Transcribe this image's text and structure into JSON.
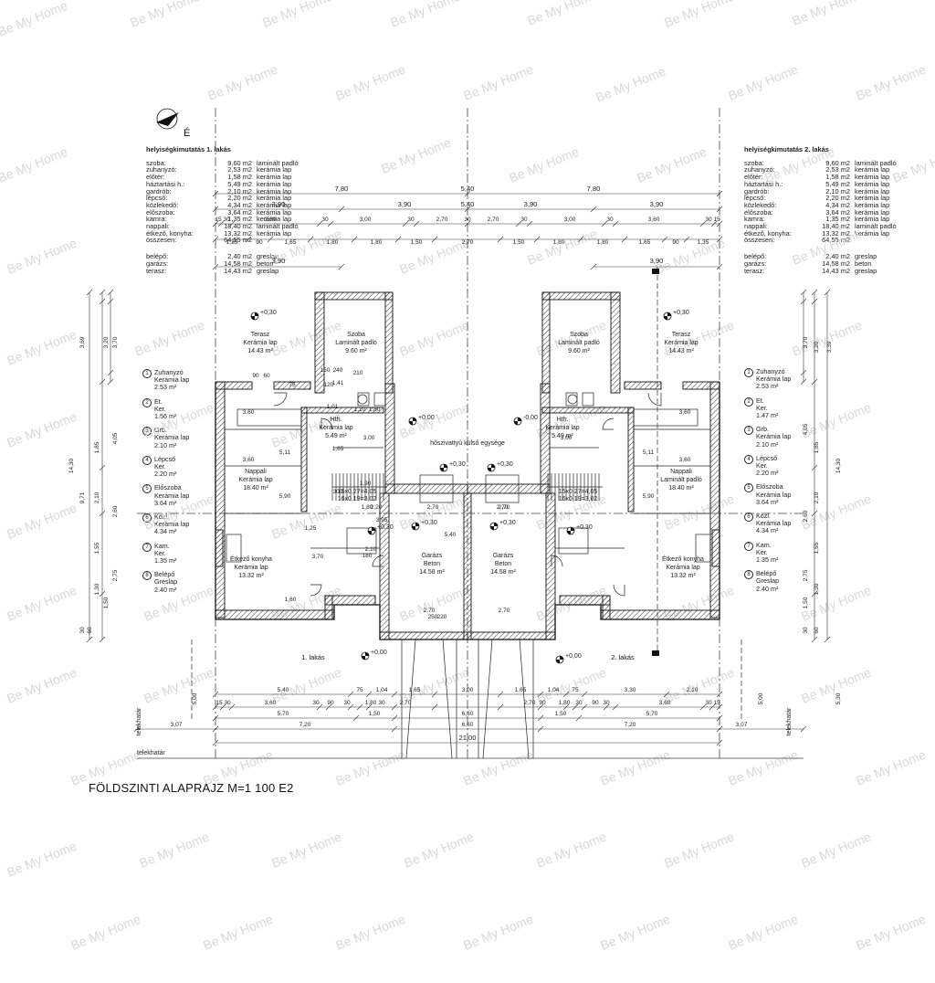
{
  "plan_title": "FÖLDSZINTI ALAPRAJZ M=1 100 E2",
  "north_label": "É",
  "watermark": "Be My Home",
  "table_left": {
    "title": "helyiségkimutatás 1. lakás",
    "rows": [
      {
        "name": "szoba:",
        "area": "9,60 m2",
        "floor": "laminált padló"
      },
      {
        "name": "zuhanyzó:",
        "area": "2,53 m2",
        "floor": "kerámia lap"
      },
      {
        "name": "előtér:",
        "area": "1,58 m2",
        "floor": "kerámia lap"
      },
      {
        "name": "háztartási h.:",
        "area": "5,49 m2",
        "floor": "kerámia lap"
      },
      {
        "name": "gardrób:",
        "area": "2,10 m2",
        "floor": "kerámia lap"
      },
      {
        "name": "lépcső:",
        "area": "2,20 m2",
        "floor": "kerámia lap"
      },
      {
        "name": "közlekedő:",
        "area": "4,34 m2",
        "floor": "kerámia lap"
      },
      {
        "name": "előszoba:",
        "area": "3,64 m2",
        "floor": "kerámia lap"
      },
      {
        "name": "kamra:",
        "area": "1,35 m2",
        "floor": "kerámia lap"
      },
      {
        "name": "nappali:",
        "area": "18,40 m2",
        "floor": "laminált padló"
      },
      {
        "name": "étkező, konyha:",
        "area": "13,32 m2",
        "floor": "kerámia lap"
      },
      {
        "name": "összesen:",
        "area": "64,55 m2",
        "floor": ""
      }
    ],
    "extra": [
      {
        "name": "belépő:",
        "area": "2,40 m2",
        "floor": "greslap"
      },
      {
        "name": "garázs:",
        "area": "14,58 m2",
        "floor": "beton"
      },
      {
        "name": "terasz:",
        "area": "14,43 m2",
        "floor": "greslap"
      }
    ]
  },
  "table_right": {
    "title": "helyiségkimutatás 2. lakás",
    "rows": [
      {
        "name": "szoba:",
        "area": "9,60 m2",
        "floor": "laminált padló"
      },
      {
        "name": "zuhanyzó:",
        "area": "2,53 m2",
        "floor": "kerámia lap"
      },
      {
        "name": "előtér:",
        "area": "1,58 m2",
        "floor": "kerámia lap"
      },
      {
        "name": "háztartási h.:",
        "area": "5,49 m2",
        "floor": "kerámia lap"
      },
      {
        "name": "gardrób:",
        "area": "2,10 m2",
        "floor": "kerámia lap"
      },
      {
        "name": "lépcső:",
        "area": "2,20 m2",
        "floor": "kerámia lap"
      },
      {
        "name": "közlekedő:",
        "area": "4,34 m2",
        "floor": "kerámia lap"
      },
      {
        "name": "előszoba:",
        "area": "3,64 m2",
        "floor": "kerámia lap"
      },
      {
        "name": "kamra:",
        "area": "1,35 m2",
        "floor": "kerámia lap"
      },
      {
        "name": "nappali:",
        "area": "18,40 m2",
        "floor": "laminált padló"
      },
      {
        "name": "étkező, konyha:",
        "area": "13,32 m2",
        "floor": "kerámia lap"
      },
      {
        "name": "összesen:",
        "area": "64,55 m2",
        "floor": ""
      }
    ],
    "extra": [
      {
        "name": "belépő:",
        "area": "2,40 m2",
        "floor": "greslap"
      },
      {
        "name": "garázs:",
        "area": "14,58 m2",
        "floor": "beton"
      },
      {
        "name": "terasz:",
        "area": "14,43 m2",
        "floor": "greslap"
      }
    ]
  },
  "legend_left": [
    {
      "num": "1",
      "lines": [
        "Zuhanyzó",
        "Kerámia lap",
        "2.53 m²"
      ]
    },
    {
      "num": "2",
      "lines": [
        "Et.",
        "Ker.",
        "1.56 m²"
      ]
    },
    {
      "num": "3",
      "lines": [
        "Grb.",
        "Kerámia lap",
        "2.10 m²"
      ]
    },
    {
      "num": "4",
      "lines": [
        "Lépcső",
        "Ker.",
        "2.20 m²"
      ]
    },
    {
      "num": "5",
      "lines": [
        "Előszoba",
        "Kerámia lap",
        "3.64 m²"
      ]
    },
    {
      "num": "6",
      "lines": [
        "Közl.",
        "Kerámia lap",
        "4.34 m²"
      ]
    },
    {
      "num": "7",
      "lines": [
        "Kam.",
        "Ker.",
        "1.35 m²"
      ]
    },
    {
      "num": "8",
      "lines": [
        "Belépő",
        "Greslap",
        "2.40 m²"
      ]
    }
  ],
  "legend_right": [
    {
      "num": "1",
      "lines": [
        "Zuhanyzó",
        "Kerámia lap",
        "2.53 m²"
      ]
    },
    {
      "num": "2",
      "lines": [
        "Et.",
        "Ker.",
        "1.47 m²"
      ]
    },
    {
      "num": "3",
      "lines": [
        "Grb.",
        "Kerámia lap",
        "2.10 m²"
      ]
    },
    {
      "num": "4",
      "lines": [
        "Lépcső",
        "Ker.",
        "2.20 m²"
      ]
    },
    {
      "num": "5",
      "lines": [
        "Előszoba",
        "Kerámia lap",
        "3.64 m²"
      ]
    },
    {
      "num": "6",
      "lines": [
        "Közl.",
        "Kerámia lap",
        "4.34 m²"
      ]
    },
    {
      "num": "7",
      "lines": [
        "Kam.",
        "Ker.",
        "1.35 m²"
      ]
    },
    {
      "num": "8",
      "lines": [
        "Belépő",
        "Greslap",
        "2.40 m²"
      ]
    }
  ],
  "rooms": {
    "terasz_l": [
      "Terasz",
      "Kerámia lap",
      "14.43 m²"
    ],
    "szoba_l": [
      "Szoba",
      "Laminált padló",
      "9.60 m²"
    ],
    "nappali_l": [
      "Nappali",
      "Kerámia lap",
      "18.40 m²"
    ],
    "hth_l": [
      "Hth.",
      "Kerámia lap",
      "5.49 m²"
    ],
    "etkezo_l": [
      "Étkező konyha",
      "Kerámia lap",
      "13.32 m²"
    ],
    "garazs_l": [
      "Garázs",
      "Beton",
      "14.58 m²"
    ],
    "garazs_r": [
      "Garázs",
      "Beton",
      "14.58 m²"
    ],
    "szoba_r": [
      "Szoba",
      "Laminált padló",
      "9.60 m²"
    ],
    "terasz_r": [
      "Terasz",
      "Kerámia lap",
      "14.43 m²"
    ],
    "hth_r": [
      "Hth.",
      "Kerámia lap",
      "5.49 m²"
    ],
    "nappali_r": [
      "Nappali",
      "Laminált padló",
      "18.40 m²"
    ],
    "etkezo_r": [
      "Étkező konyha",
      "Kerámia lap",
      "13.32 m²"
    ]
  },
  "labels": {
    "unit1": "1. lakás",
    "unit2": "2. lakás",
    "heatpump": "hőszivattyú külső egysége",
    "telekhatar": "telekhatár",
    "level_plus": "+0,30",
    "level_zero": "+0,00",
    "level_minus": "-0,00",
    "stair1": "15x0,27=4,05",
    "stair2": "16x0,19=3,02"
  },
  "dims_top_row1": [
    "7,80",
    "5,40",
    "7,80"
  ],
  "dims_top_row2": [
    "3,90",
    "3,90",
    "5,40",
    "3,90",
    "3,90"
  ],
  "dims_top_row3": [
    "15",
    "30",
    "3,60",
    "30",
    "3,00",
    "30",
    "2,70",
    "30",
    "2,70",
    "30",
    "3,00",
    "30",
    "3,60",
    "30",
    "15"
  ],
  "dims_top_row4": [
    "1,35",
    "90",
    "1,65",
    "1,80",
    "1,80",
    "1,50",
    "2,70",
    "1,50",
    "1,80",
    "1,80",
    "1,65",
    "90",
    "1,35"
  ],
  "dims_top_row5": [
    "3,90",
    "3,90"
  ],
  "dims_bottom_row1": [
    "5,40",
    "75",
    "1,04",
    "1,65",
    "3,00",
    "1,65",
    "1,04",
    "75",
    "3,30",
    "2,10"
  ],
  "dims_bottom_row2": [
    "15",
    "30",
    "3,60",
    "30",
    "90",
    "30",
    "1,80",
    "30",
    "2,70",
    "2,70",
    "30",
    "1,80",
    "30",
    "90",
    "30",
    "3,60",
    "30",
    "15"
  ],
  "dims_bottom_row3": [
    "5,70",
    "1,50",
    "6,60",
    "1,50",
    "5,70"
  ],
  "dims_bottom_row4": [
    "3,07",
    "7,20",
    "6,60",
    "7,20",
    "3,07"
  ],
  "dims_bottom_total": "21,00",
  "dims_left": [
    "3,69",
    "3,20",
    "3,70",
    "14,30",
    "9,71",
    "4,05",
    "2,60",
    "1,85",
    "2,10",
    "2,75",
    "1,55",
    "1,30",
    "1,50",
    "30",
    "60"
  ],
  "dims_right": [
    "3,70",
    "3,20",
    "3,39",
    "14,30",
    "4,05",
    "2,60",
    "1,85",
    "2,10",
    "2,75",
    "1,55",
    "1,30",
    "1,50",
    "30",
    "60"
  ],
  "dims_interior": [
    "3,60",
    "3,60",
    "3,00",
    "5,11",
    "5,90",
    "2,70",
    "2,70",
    "2,70",
    "5,40",
    "1,80",
    "1,90",
    "2,10",
    "3,70",
    "1,60",
    "1,25",
    "3,95",
    "2,20",
    "60",
    "90",
    "75",
    "210",
    "150",
    "240",
    "120",
    "300",
    "250",
    "220",
    "180",
    "1,10",
    "1,80",
    "1,41",
    "1,01",
    "1,65",
    "3,60",
    "3,60",
    "3,00",
    "5,11",
    "5,90",
    "2,70",
    "2,70"
  ],
  "side_setback": [
    "5,00",
    "5,30",
    "5,00"
  ]
}
